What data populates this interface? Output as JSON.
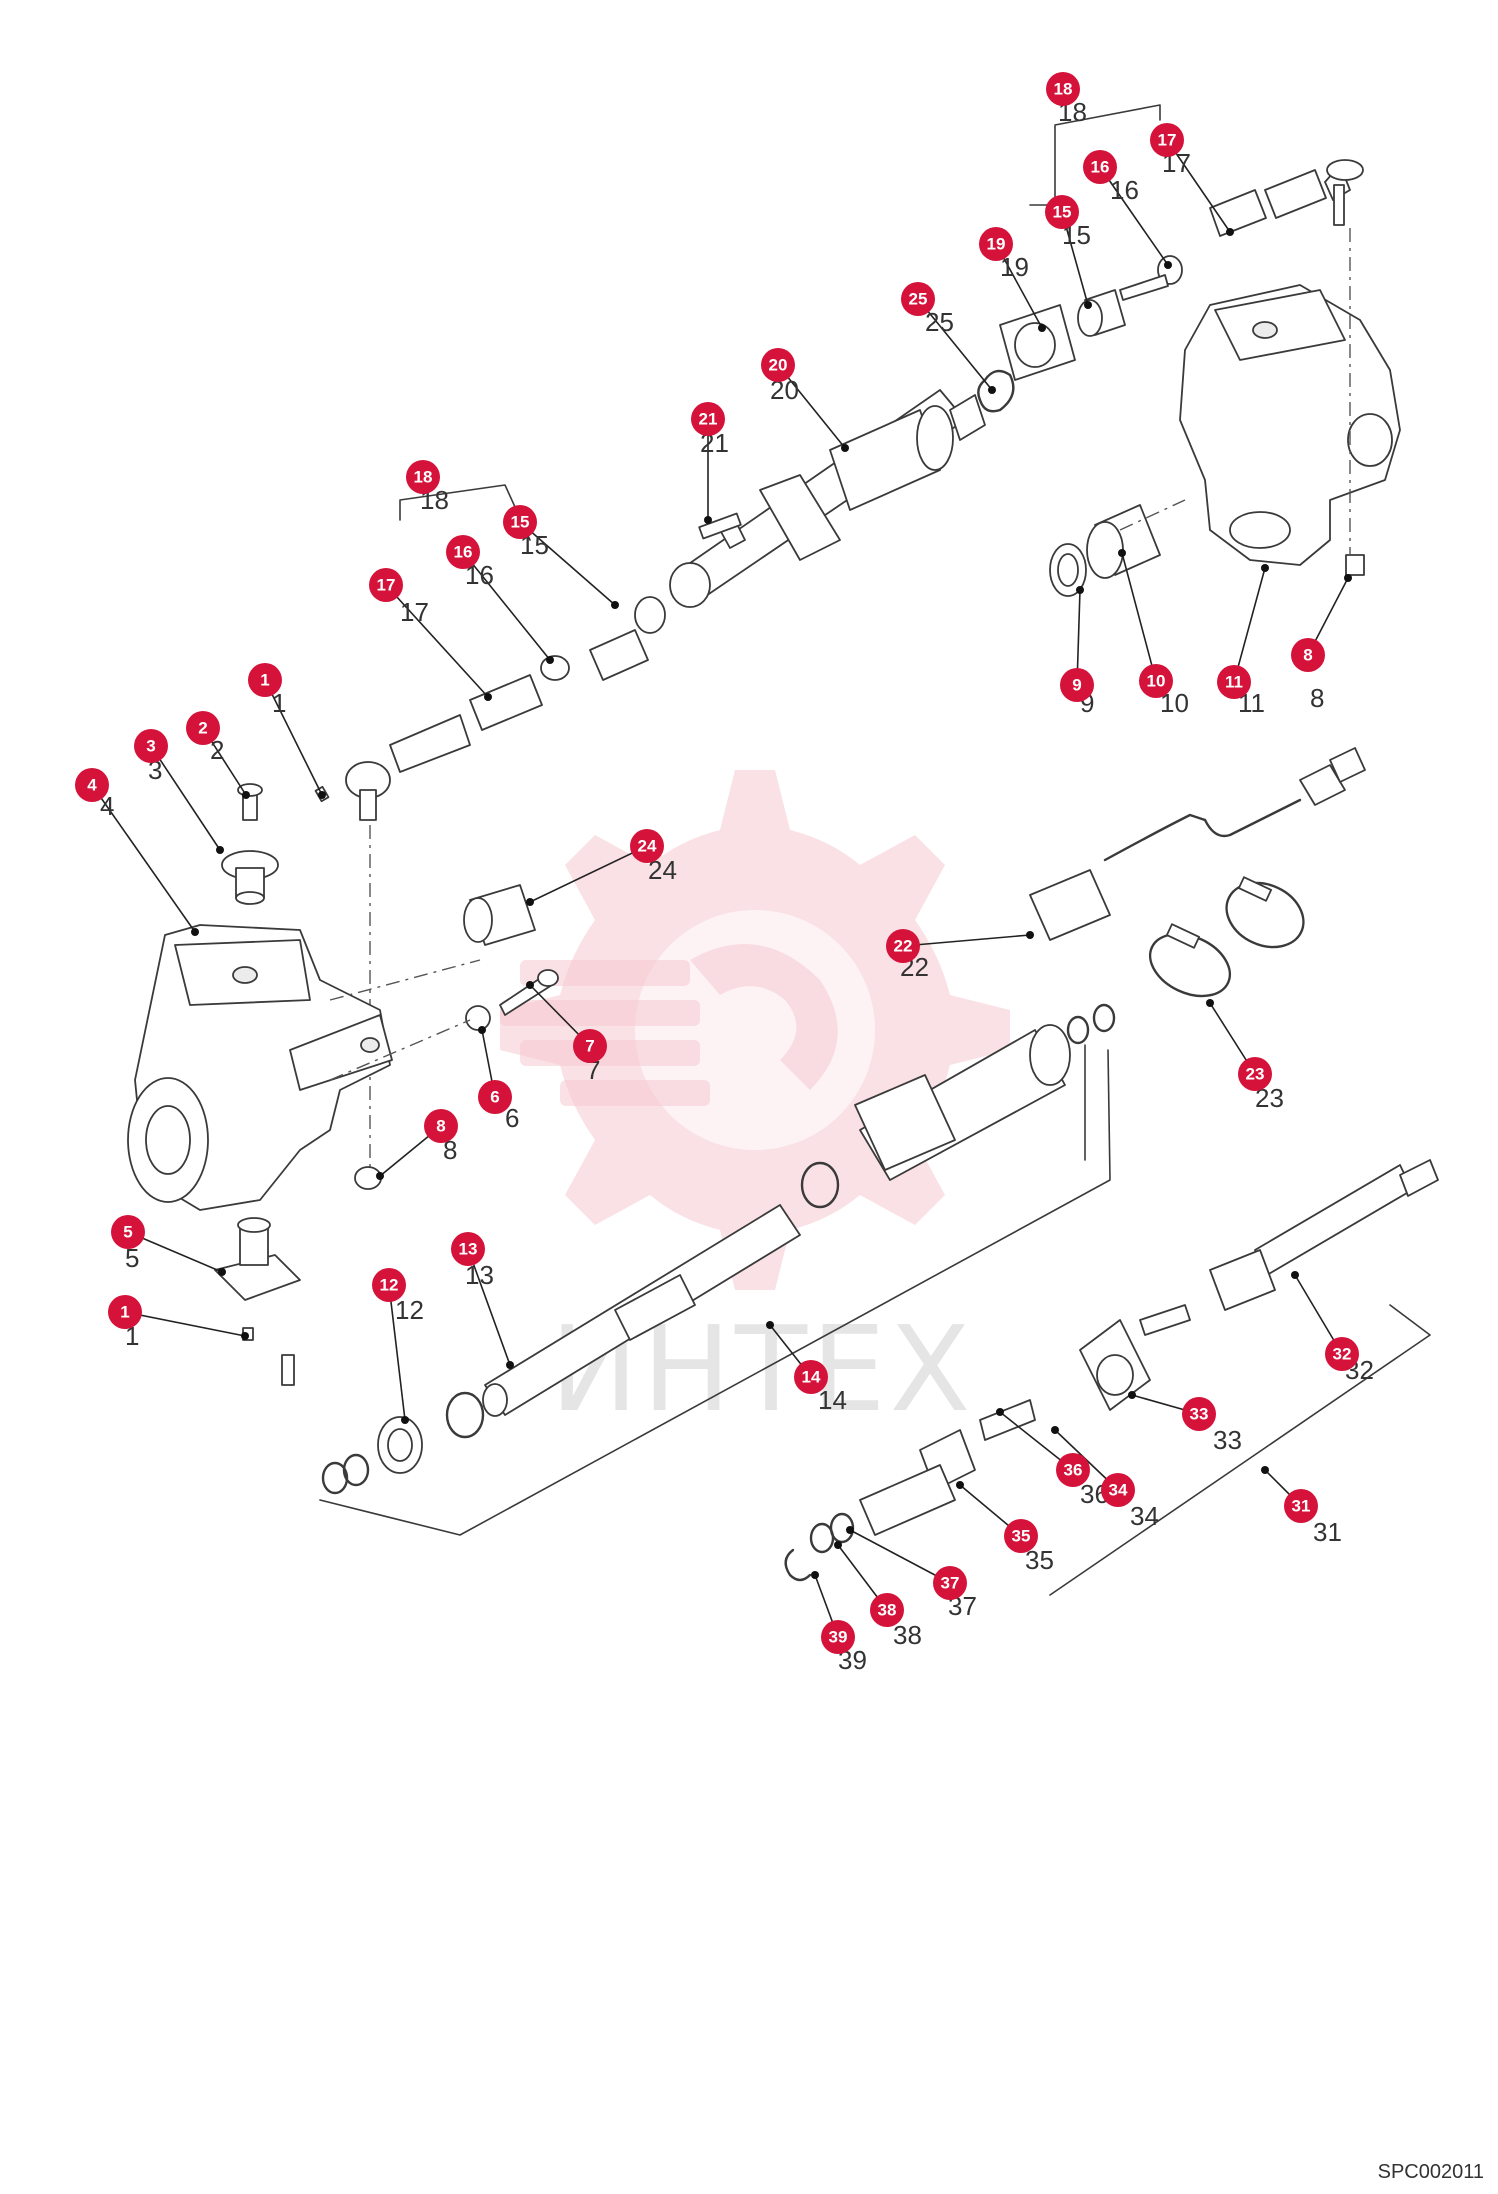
{
  "drawing_code": "SPC002011",
  "watermark_text": "ИНТЕХ",
  "badge_color": "#d4123a",
  "parts": [
    {
      "label": "18"
    },
    {
      "label": "17"
    },
    {
      "label": "16"
    },
    {
      "label": "15"
    },
    {
      "label": "19"
    },
    {
      "label": "25"
    },
    {
      "label": "20"
    },
    {
      "label": "21"
    },
    {
      "label": "18"
    },
    {
      "label": "15"
    },
    {
      "label": "16"
    },
    {
      "label": "17"
    },
    {
      "label": "1"
    },
    {
      "label": "2"
    },
    {
      "label": "3"
    },
    {
      "label": "4"
    },
    {
      "label": "24"
    },
    {
      "label": "22"
    },
    {
      "label": "7"
    },
    {
      "label": "6"
    },
    {
      "label": "8"
    },
    {
      "label": "23"
    },
    {
      "label": "5"
    },
    {
      "label": "13"
    },
    {
      "label": "12"
    },
    {
      "label": "1"
    },
    {
      "label": "14"
    },
    {
      "label": "32"
    },
    {
      "label": "33"
    },
    {
      "label": "34"
    },
    {
      "label": "36"
    },
    {
      "label": "31"
    },
    {
      "label": "35"
    },
    {
      "label": "37"
    },
    {
      "label": "38"
    },
    {
      "label": "39"
    },
    {
      "label": "9"
    },
    {
      "label": "10"
    },
    {
      "label": "11"
    },
    {
      "label": "8"
    }
  ]
}
